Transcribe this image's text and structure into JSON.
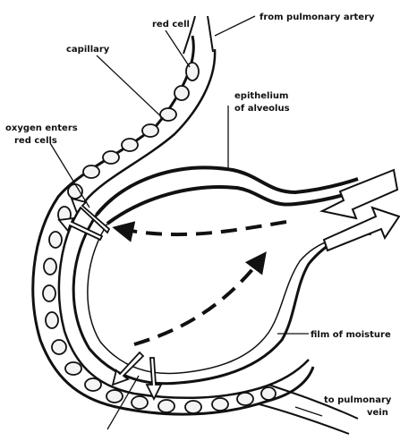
{
  "labels": {
    "from_pulmonary_artery": "from pulmonary artery",
    "red_cell": "red cell",
    "capillary": "capillary",
    "epithelium_line1": "epithelium",
    "epithelium_line2": "of alveolus",
    "oxygen_line1": "oxygen enters",
    "oxygen_line2": "red cells",
    "film_of_moisture": "film of moisture",
    "to_pulmonary_line1": "to pulmonary",
    "to_pulmonary_line2": "vein"
  },
  "colors": {
    "ink": "#111111",
    "paper": "#ffffff",
    "cell_fill": "#f4f4f4"
  }
}
